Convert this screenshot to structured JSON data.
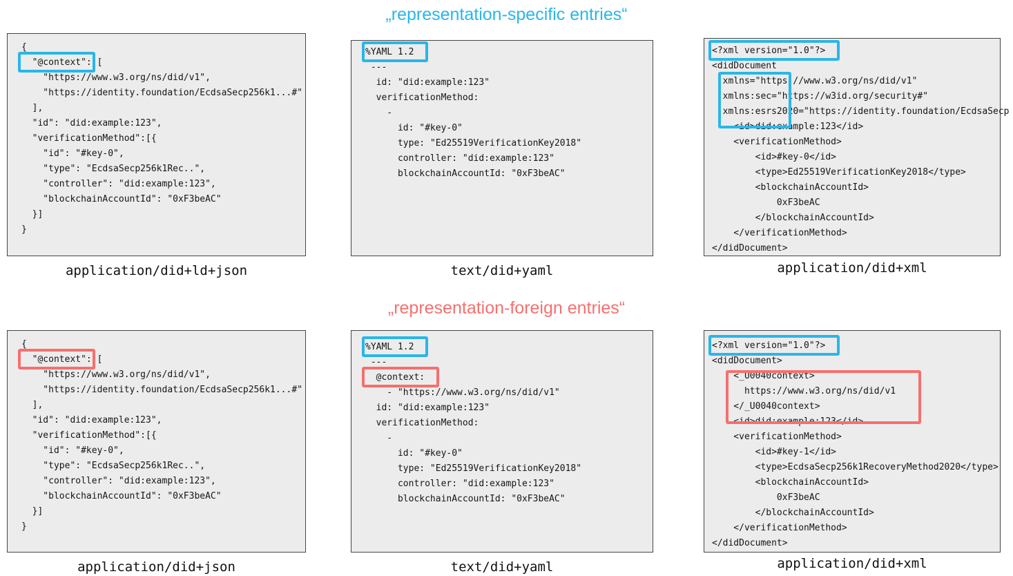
{
  "colors": {
    "cyan": "#29b6e8",
    "red": "#f5706e",
    "panel_bg": "#ececec",
    "panel_border": "#444444",
    "code_text": "#151515"
  },
  "headers": {
    "specific": "„representation-specific entries“",
    "foreign": "„representation-foreign entries“"
  },
  "panels": [
    {
      "label": "application/did+ld+json",
      "lines": [
        "{",
        "  \"@context\": [",
        "    \"https://www.w3.org/ns/did/v1\",",
        "    \"https://identity.foundation/EcdsaSecp256k1...#\"",
        "  ],",
        "  \"id\": \"did:example:123\",",
        "  \"verificationMethod\":[{",
        "    \"id\": \"#key-0\",",
        "    \"type\": \"EcdsaSecp256k1Rec..\",",
        "    \"controller\": \"did:example:123\",",
        "    \"blockchainAccountId\": \"0xF3beAC\"",
        "  }]",
        "}"
      ],
      "marks": [
        {
          "line": 1,
          "start": 0,
          "end": 13,
          "color": "cyan"
        }
      ]
    },
    {
      "label": "text/did+yaml",
      "lines": [
        "%YAML 1.2  ",
        " ---",
        "  id: \"did:example:123\"",
        "  verificationMethod:",
        "    -",
        "      id: \"#key-0\"",
        "      type: \"Ed25519VerificationKey2018\"",
        "      controller: \"did:example:123\"",
        "      blockchainAccountId: \"0xF3beAC\""
      ],
      "marks": [
        {
          "line": 0,
          "start": 0,
          "end": 11,
          "color": "cyan"
        }
      ]
    },
    {
      "label": "application/did+xml",
      "lines": [
        "<?xml version=\"1.0\"?>  ",
        "<didDocument",
        "  xmlns=\"https://www.w3.org/ns/did/v1\"",
        "  xmlns:sec=\"https://w3id.org/security#\"",
        "  xmlns:esrs2020=\"https://identity.foundation/EcdsaSecp",
        "    <id>did:example:123</id>",
        "    <verificationMethod>",
        "        <id>#key-0</id>",
        "        <type>Ed25519VerificationKey2018</type>",
        "        <blockchainAccountId>",
        "            0xF3beAC",
        "        </blockchainAccountId>",
        "    </verificationMethod>",
        "</didDocument>"
      ],
      "marks": [
        {
          "line": 0,
          "start": 0,
          "end": 23,
          "color": "cyan"
        }
      ]
    },
    {
      "label": "application/did+json",
      "lines": [
        "{",
        "  \"@context\": [",
        "    \"https://www.w3.org/ns/did/v1\",",
        "    \"https://identity.foundation/EcdsaSecp256k1...#\"",
        "  ],",
        "  \"id\": \"did:example:123\",",
        "  \"verificationMethod\":[{",
        "    \"id\": \"#key-0\",",
        "    \"type\": \"EcdsaSecp256k1Rec..\",",
        "    \"controller\": \"did:example:123\",",
        "    \"blockchainAccountId\": \"0xF3beAC\"",
        "  }]",
        "}"
      ],
      "marks": [
        {
          "line": 1,
          "start": 0,
          "end": 13,
          "color": "red"
        }
      ]
    },
    {
      "label": "text/did+yaml",
      "lines": [
        "%YAML 1.2  ",
        " ---",
        "  @context:  ",
        "    - \"https://www.w3.org/ns/did/v1\"",
        "  id: \"did:example:123\"",
        "  verificationMethod:",
        "    -",
        "      id: \"#key-0\"",
        "      type: \"Ed25519VerificationKey2018\"",
        "      controller: \"did:example:123\"",
        "      blockchainAccountId: \"0xF3beAC\""
      ],
      "marks": [
        {
          "line": 0,
          "start": 0,
          "end": 11,
          "color": "cyan"
        },
        {
          "line": 2,
          "start": 0,
          "end": 13,
          "color": "red"
        }
      ]
    },
    {
      "label": "application/did+xml",
      "lines": [
        "<?xml version=\"1.0\"?>  ",
        "<didDocument>",
        "    <_U0040context>",
        "      https://www.w3.org/ns/did/v1",
        "    </_U0040context>",
        "    <id>did:example:123</id>",
        "    <verificationMethod>",
        "        <id>#key-1</id>",
        "        <type>EcdsaSecp256k1RecoveryMethod2020</type>",
        "        <blockchainAccountId>",
        "            0xF3beAC",
        "        </blockchainAccountId>",
        "    </verificationMethod>",
        "</didDocument>"
      ],
      "marks": [
        {
          "line": 0,
          "start": 0,
          "end": 23,
          "color": "cyan"
        }
      ]
    }
  ]
}
